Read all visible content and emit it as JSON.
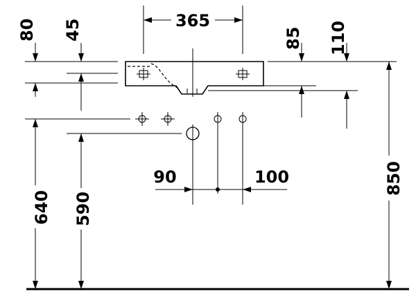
{
  "dimensions": {
    "width_365": "365",
    "top_80": "80",
    "top_45": "45",
    "top_85": "85",
    "top_110": "110",
    "height_640": "640",
    "height_590": "590",
    "height_850": "850",
    "offset_90": "90",
    "offset_100": "100"
  }
}
